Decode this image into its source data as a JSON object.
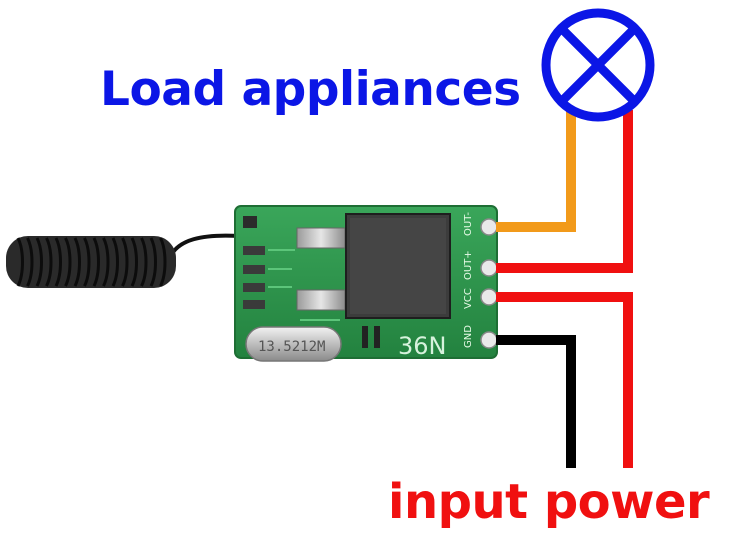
{
  "labels": {
    "load_appliances": "Load appliances",
    "input_power": "input power"
  },
  "board": {
    "crystal_marking": "13.5212M",
    "model_marking": "36N",
    "pins": [
      "OUT-",
      "OUT+",
      "VCC",
      "GND"
    ]
  },
  "colors": {
    "load_label": "#0b16e6",
    "power_label": "#f01010",
    "lamp_symbol": "#0b16e6",
    "wire_out_minus": "#f29a1a",
    "wire_positive": "#f01010",
    "wire_ground": "#000000",
    "pcb": "#2f9a4f"
  },
  "icons": {
    "lamp": "lamp-icon",
    "antenna": "coiled-antenna"
  }
}
